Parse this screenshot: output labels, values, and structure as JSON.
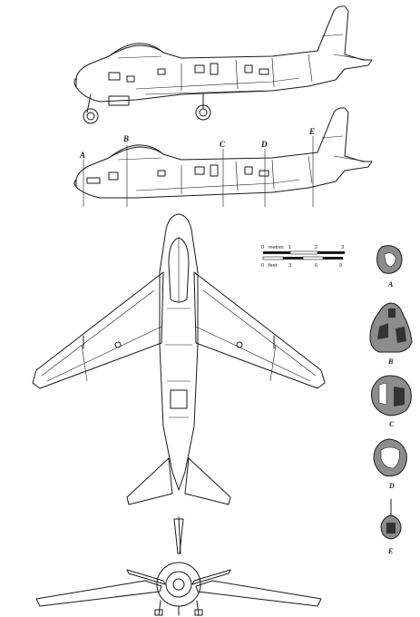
{
  "stations": [
    "A",
    "B",
    "C",
    "D",
    "E"
  ],
  "sections": [
    "A",
    "B",
    "C",
    "D",
    "E"
  ],
  "scale": {
    "metres_label": "metres",
    "metres_ticks": [
      "0",
      "1",
      "2",
      "3"
    ],
    "feet_label": "feet",
    "feet_ticks": [
      "0",
      "3",
      "6",
      "9"
    ]
  },
  "colors": {
    "ink": "#1a1a1a",
    "section_fill": "#8c8c8c"
  }
}
